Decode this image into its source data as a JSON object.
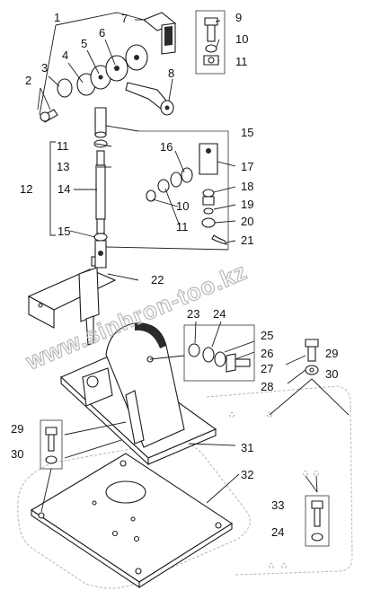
{
  "callouts": {
    "c1": "1",
    "c2": "2",
    "c3": "3",
    "c4": "4",
    "c5": "5",
    "c6": "6",
    "c7": "7",
    "c8": "8",
    "c9": "9",
    "c10a": "10",
    "c11a": "11",
    "c11b": "11",
    "c12": "12",
    "c13": "13",
    "c14": "14",
    "c15a": "15",
    "c15b": "15",
    "c16": "16",
    "c17": "17",
    "c18": "18",
    "c10b": "10",
    "c19": "19",
    "c11c": "11",
    "c20": "20",
    "c21": "21",
    "c22": "22",
    "c23": "23",
    "c24a": "24",
    "c25": "25",
    "c26": "26",
    "c27": "27",
    "c28": "28",
    "c29a": "29",
    "c30a": "30",
    "c29b": "29",
    "c30b": "30",
    "c31": "31",
    "c32": "32",
    "c33": "33",
    "c24b": "24"
  },
  "watermark": "www.sinhron-too.kz"
}
